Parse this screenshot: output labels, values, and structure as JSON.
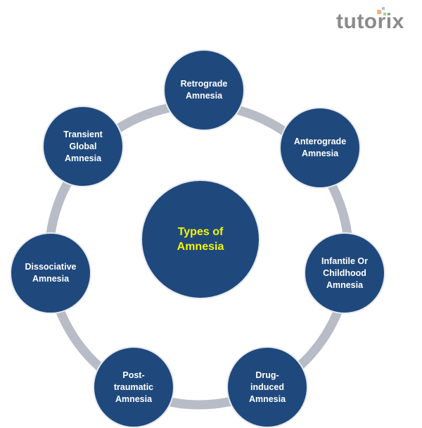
{
  "logo": {
    "text": "tutorix"
  },
  "colors": {
    "node": "#1f497d",
    "ring": "#b8bcc7",
    "center_text": "#f5f500"
  },
  "center": {
    "label": "Types of\nAmnesia"
  },
  "types": [
    {
      "label": "Retrograde\nAmnesia"
    },
    {
      "label": "Anterograde\nAmnesia"
    },
    {
      "label": "Infantile Or\nChildhood\nAmnesia"
    },
    {
      "label": "Drug-\ninduced\nAmnesia"
    },
    {
      "label": "Post-\ntraumatic\nAmnesia"
    },
    {
      "label": "Dissociative\nAmnesia"
    },
    {
      "label": "Transient\nGlobal\nAmnesia"
    }
  ]
}
